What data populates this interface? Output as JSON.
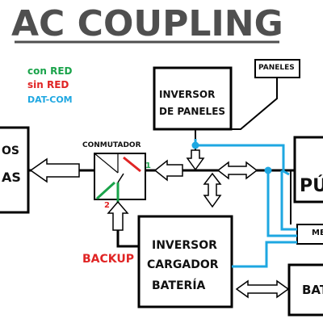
{
  "title": "AC COUPLING",
  "legend": {
    "con_red": "con RED",
    "sin_red": "sin RED",
    "dat_com": "DAT-COM",
    "colors": {
      "con_red": "#1aa34a",
      "sin_red": "#e02424",
      "dat_com": "#1ea7e1"
    }
  },
  "blocks": {
    "left_partial_top": "OS",
    "left_partial_bottom": "AS",
    "paneles_small": "PANELES",
    "inversor_paneles_line1": "INVERSOR",
    "inversor_paneles_line2": "DE PANELES",
    "conmutador": "CONMUTADOR",
    "port_1": "1",
    "port_2": "2",
    "backup": "BACKUP",
    "inversor_cargador_line1": "INVERSOR",
    "inversor_cargador_line2": "CARGADOR",
    "inversor_cargador_line3": "BATERÍA",
    "right_top_partial": "PÚ",
    "medidor_partial": "ME",
    "right_bottom_partial": "BAT"
  },
  "colors": {
    "line": "#000000",
    "dat_com": "#1ea7e1",
    "title": "#4f4f4f",
    "red": "#e02424",
    "green": "#1aa34a"
  }
}
